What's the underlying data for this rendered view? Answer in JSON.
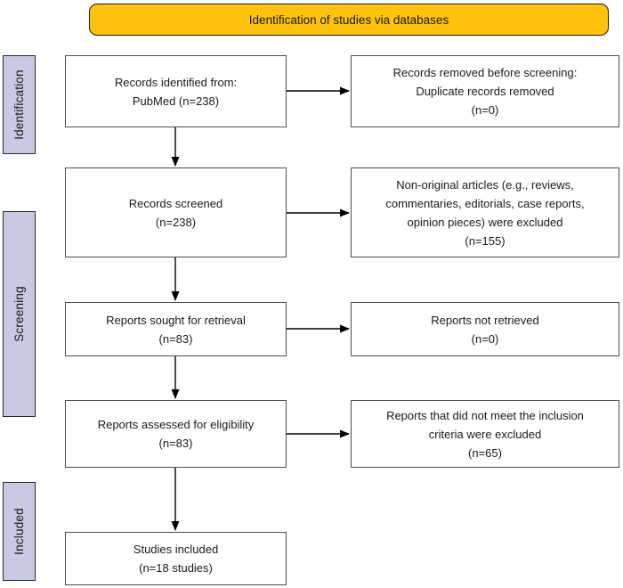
{
  "colors": {
    "banner_bg": "#FFC20E",
    "sidebar_bg": "#C8C9E2",
    "box_border": "#4d4d4d",
    "arrow": "#000000",
    "text": "#1a1a1a"
  },
  "banner": {
    "label": "Identification of studies via databases"
  },
  "sidebar": [
    {
      "label": "Identification"
    },
    {
      "label": "Screening"
    },
    {
      "label": "Included"
    }
  ],
  "flow": {
    "left_boxes": [
      {
        "lines": [
          "Records identified from:",
          "PubMed (n=238)"
        ]
      },
      {
        "lines": [
          "Records screened",
          "(n=238)"
        ]
      },
      {
        "lines": [
          "Reports sought for retrieval",
          "(n=83)"
        ]
      },
      {
        "lines": [
          "Reports assessed for eligibility",
          "(n=83)"
        ]
      },
      {
        "lines": [
          "Studies included",
          "(n=18 studies)"
        ]
      }
    ],
    "right_boxes": [
      {
        "lines": [
          "Records removed before screening:",
          "Duplicate records removed",
          "(n=0)"
        ]
      },
      {
        "lines": [
          "Non-original articles (e.g., reviews,",
          "commentaries, editorials, case reports,",
          "opinion pieces) were excluded",
          "(n=155)"
        ]
      },
      {
        "lines": [
          "Reports not retrieved",
          "(n=0)"
        ]
      },
      {
        "lines": [
          "Reports that did not meet the inclusion",
          "criteria were excluded",
          "(n=65)"
        ]
      }
    ]
  }
}
